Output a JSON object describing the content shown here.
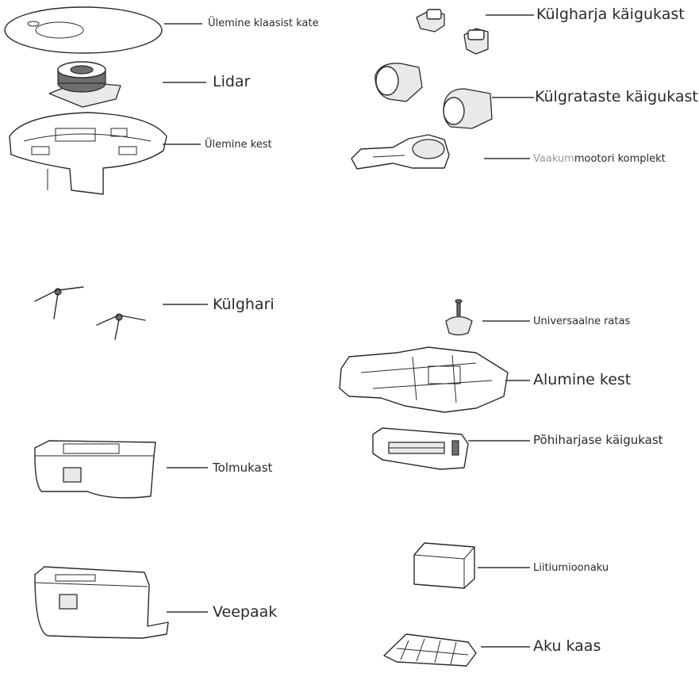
{
  "labels": {
    "top_glass_cover": "Ülemine klaasist kate",
    "lidar": "Lidar",
    "top_shell": "Ülemine kest",
    "side_brush_gearbox": "Külgharja käigukast",
    "side_wheel_gearbox": "Külgrataste käigukast",
    "vacuum_motor_prefix": "Vaakum",
    "vacuum_motor_suffix": "mootori komplekt",
    "side_brush": "Külghari",
    "universal_wheel": "Universaalne ratas",
    "bottom_shell": "Alumine kest",
    "main_brush_gearbox_prefix": "Põhiharjase",
    "main_brush_gearbox_suffix": " käigukast",
    "dustbin": "Tolmukast",
    "water_tank": "Veepaak",
    "battery": "Liitiumioonaku",
    "battery_cover": "Aku kaas"
  },
  "colors": {
    "line": "#2a2a2a",
    "muted_text": "#9a9a9a"
  }
}
